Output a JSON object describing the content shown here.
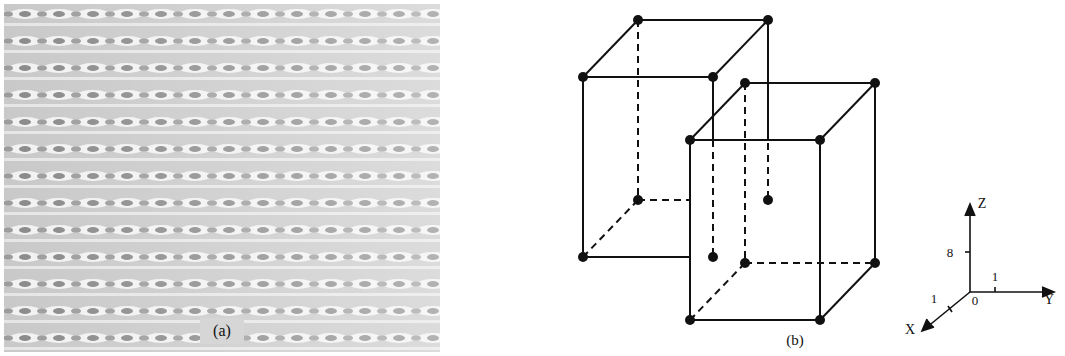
{
  "diagram": {
    "labels": [
      "(a)",
      "(b)",
      "Z",
      "8",
      "0",
      "1",
      "Y",
      "1",
      "X"
    ]
  }
}
